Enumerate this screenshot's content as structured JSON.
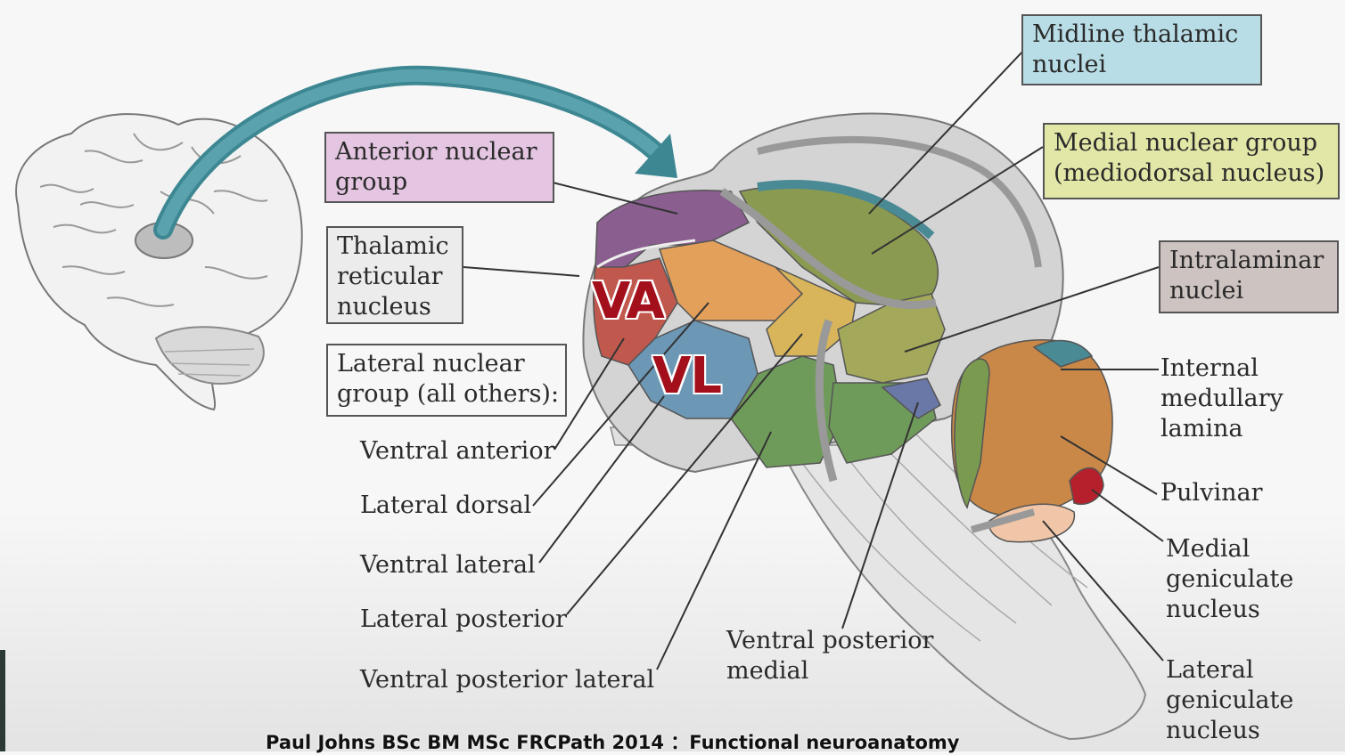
{
  "boxes": {
    "midline": {
      "line1": "Midline thalamic",
      "line2": "nuclei",
      "color": "#b8dde6"
    },
    "medial": {
      "line1": "Medial nuclear group",
      "line2": "(mediodorsal nucleus)",
      "color": "#e2e6a6"
    },
    "anterior": {
      "line1": "Anterior nuclear",
      "line2": "group",
      "color": "#e4c5e2"
    },
    "reticular": {
      "line1": "Thalamic",
      "line2": "reticular",
      "line3": "nucleus",
      "color": "#ececec"
    },
    "lateral_group": {
      "line1": "Lateral nuclear",
      "line2": "group (all others):",
      "color": "#f7f7f7"
    },
    "intralaminar": {
      "line1": "Intralaminar",
      "line2": "nuclei",
      "color": "#cdc3c1"
    }
  },
  "left_labels": {
    "ventral_anterior": "Ventral anterior",
    "lateral_dorsal": "Lateral dorsal",
    "ventral_lateral": "Ventral lateral",
    "lateral_posterior": "Lateral posterior",
    "ventral_posterior_lateral": "Ventral posterior lateral"
  },
  "bottom_labels": {
    "vpm_line1": "Ventral posterior",
    "vpm_line2": "medial"
  },
  "right_labels": {
    "iml_line1": "Internal",
    "iml_line2": "medullary",
    "iml_line3": "lamina",
    "pulvinar": "Pulvinar",
    "mgn_line1": "Medial",
    "mgn_line2": "geniculate",
    "mgn_line3": "nucleus",
    "lgn_line1": "Lateral",
    "lgn_line2": "geniculate",
    "lgn_line3": "nucleus"
  },
  "overlay": {
    "va": "VA",
    "vl": "VL",
    "color": "#a3101c"
  },
  "caption": "Paul Johns BSc BM MSc FRCPath 2014 ：Functional neuroanatomy"
}
